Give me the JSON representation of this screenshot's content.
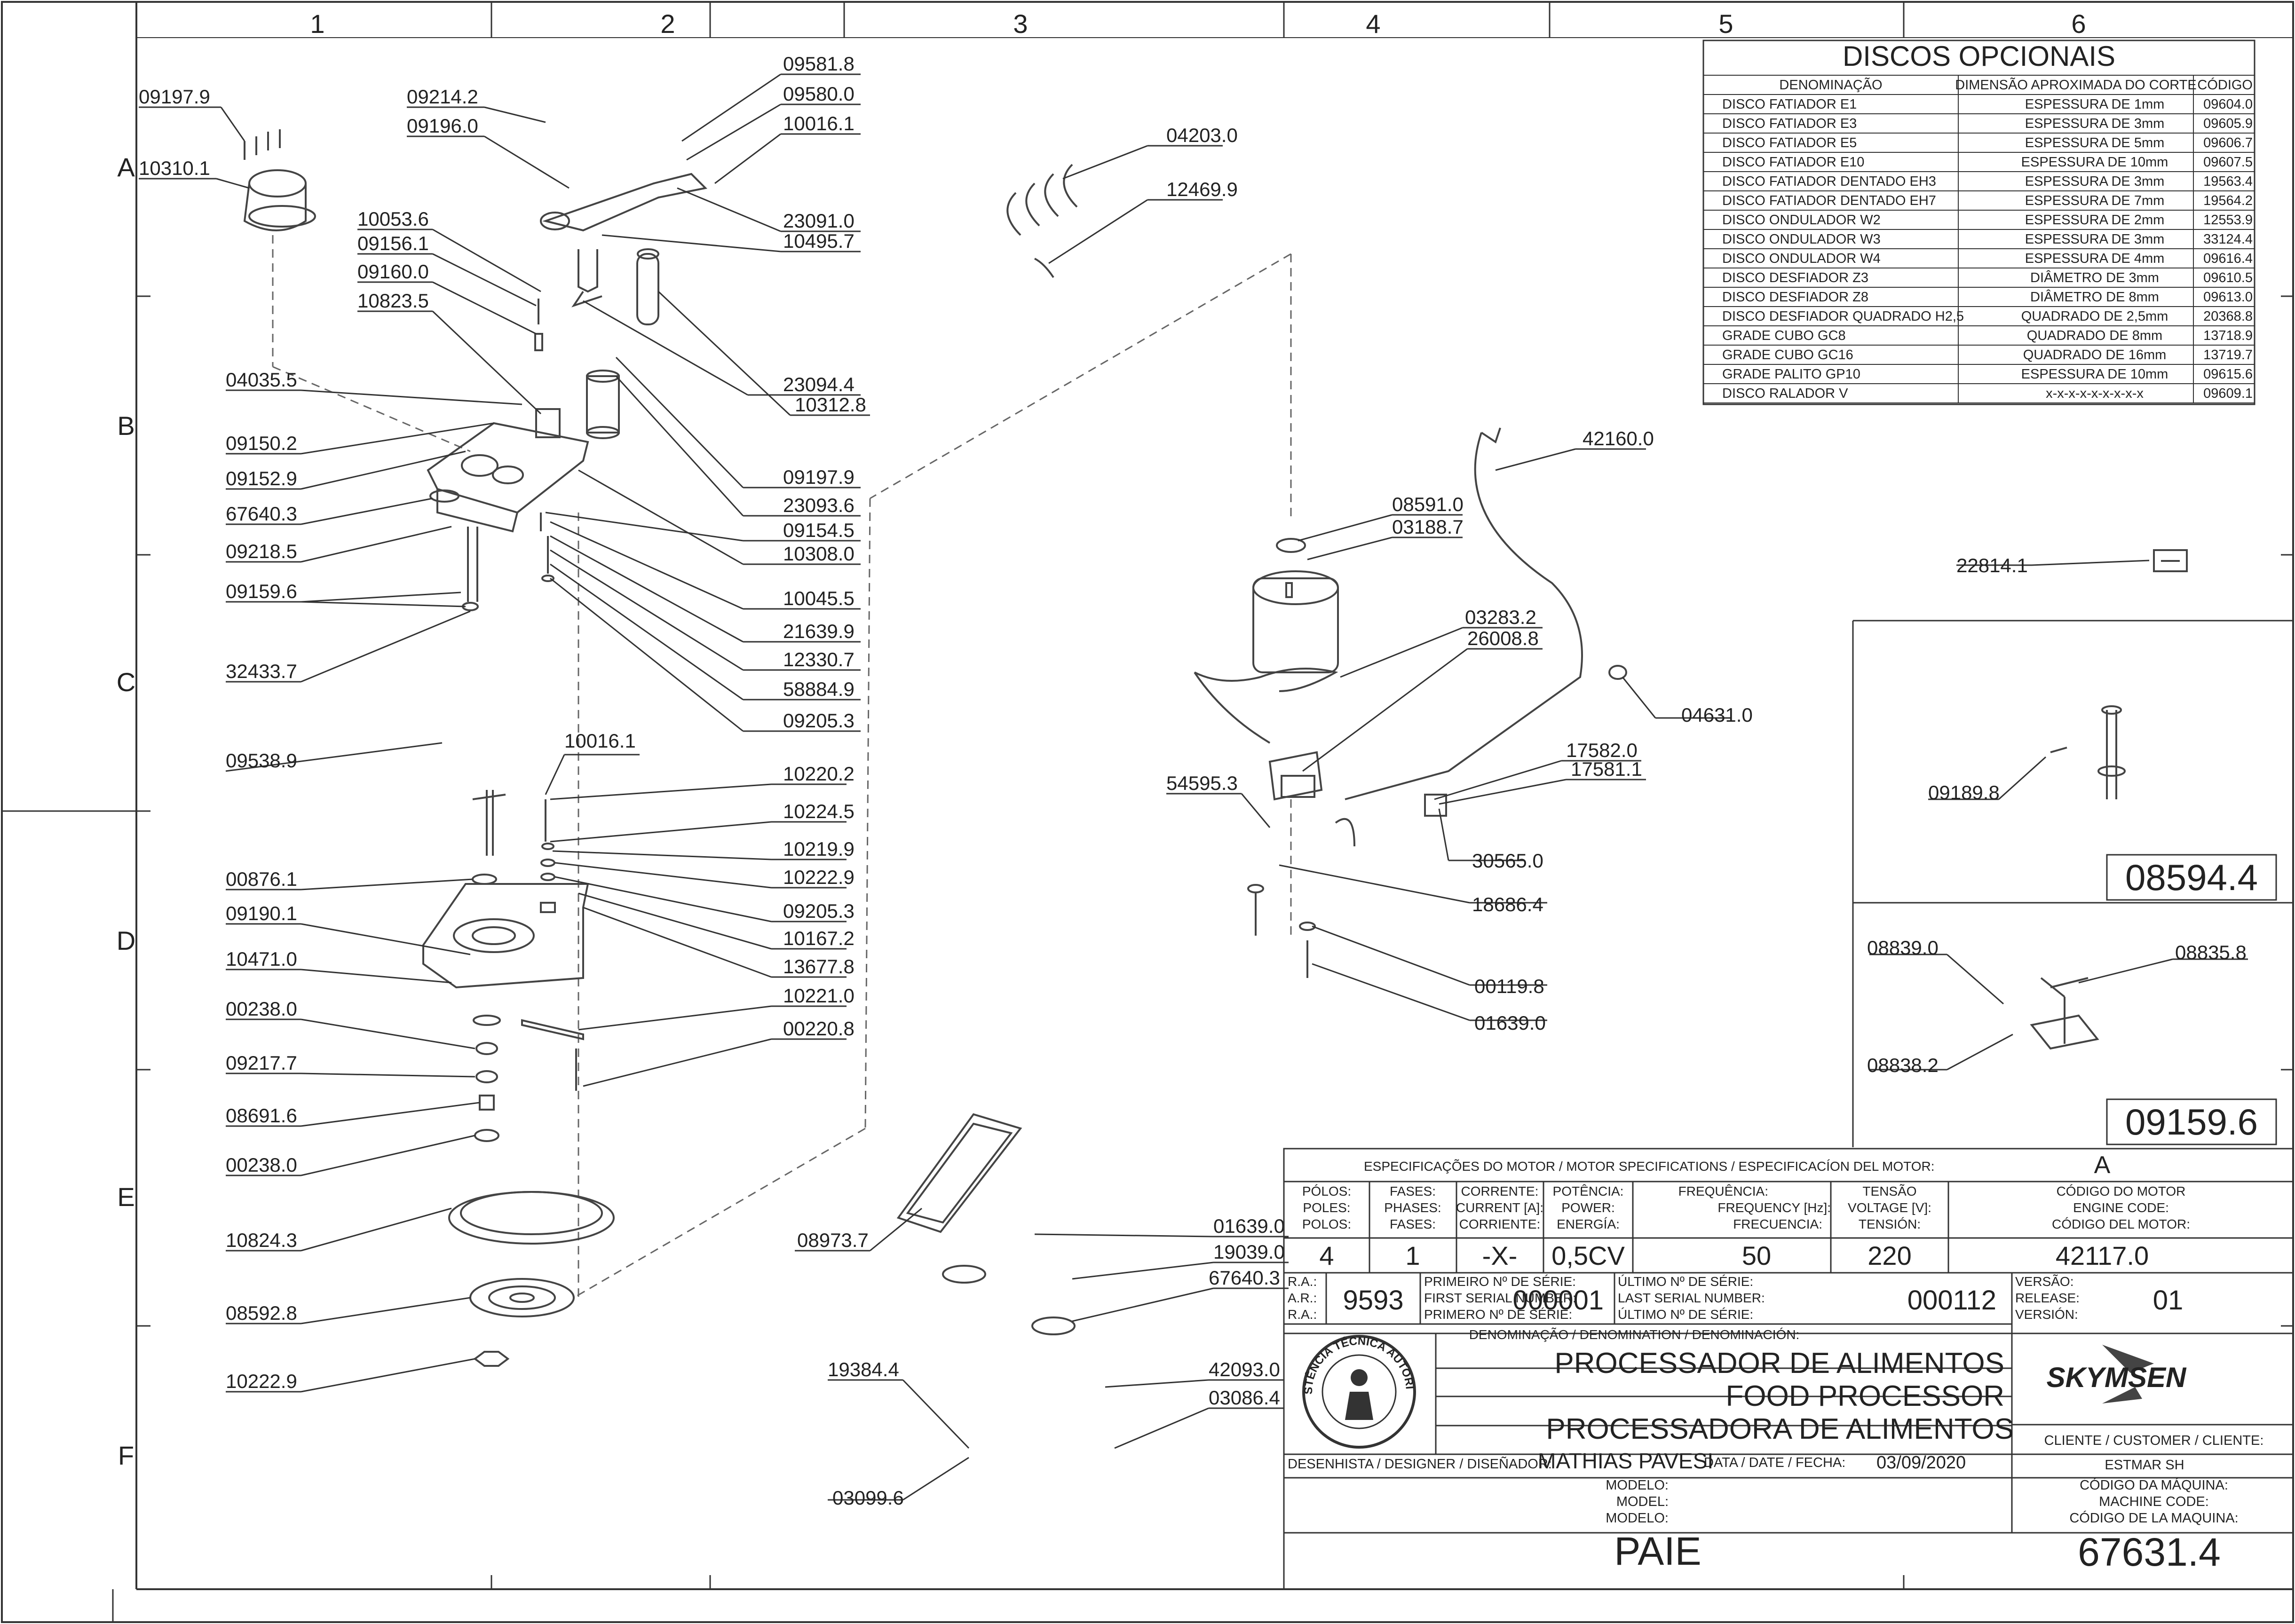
{
  "grid": {
    "columns": [
      "1",
      "2",
      "3",
      "4",
      "5",
      "6"
    ],
    "rows": [
      "A",
      "B",
      "C",
      "D",
      "E",
      "F"
    ]
  },
  "callouts": {
    "c1": "09197.9",
    "c2": "10310.1",
    "c3": "09214.2",
    "c4": "09196.0",
    "c5": "10053.6",
    "c6": "09156.1",
    "c7": "09160.0",
    "c8": "10823.5",
    "c9": "04035.5",
    "c10": "09150.2",
    "c11": "09152.9",
    "c12": "67640.3",
    "c13": "09218.5",
    "c14": "09159.6",
    "c15": "32433.7",
    "c16": "09581.8",
    "c17": "09580.0",
    "c18": "10016.1",
    "c19": "23091.0",
    "c20": "10495.7",
    "c21": "23094.4",
    "c22": "10312.8",
    "c23": "09197.9",
    "c24": "23093.6",
    "c25": "09154.5",
    "c26": "10308.0",
    "c27": "10045.5",
    "c28": "21639.9",
    "c29": "12330.7",
    "c30": "58884.9",
    "c31": "09205.3",
    "c32": "04203.0",
    "c33": "12469.9",
    "c34": "09538.9",
    "c35": "10016.1",
    "c36": "10220.2",
    "c37": "10224.5",
    "c38": "10219.9",
    "c39": "10222.9",
    "c40": "09205.3",
    "c41": "10167.2",
    "c42": "13677.8",
    "c43": "10221.0",
    "c44": "00220.8",
    "c45": "00876.1",
    "c46": "09190.1",
    "c47": "10471.0",
    "c48": "00238.0",
    "c49": "09217.7",
    "c50": "08691.6",
    "c51": "00238.0",
    "c52": "10824.3",
    "c53": "08592.8",
    "c54": "10222.9",
    "c55": "08973.7",
    "c56": "01639.0",
    "c57": "19039.0",
    "c58": "67640.3",
    "c59": "19384.4",
    "c60": "42093.0",
    "c61": "03086.4",
    "c62": "03099.6",
    "c63": "42160.0",
    "c64": "08591.0",
    "c65": "03188.7",
    "c66": "03283.2",
    "c67": "26008.8",
    "c68": "04631.0",
    "c69": "17582.0",
    "c70": "17581.1",
    "c71": "54595.3",
    "c72": "30565.0",
    "c73": "18686.4",
    "c74": "00119.8",
    "c75": "01639.0",
    "c76": "22814.1",
    "c77": "09189.8",
    "c78": "08839.0",
    "c79": "08835.8",
    "c80": "08838.2"
  },
  "detail_boxes": {
    "box1": "08594.4",
    "box2": "09159.6"
  },
  "disc_table": {
    "title": "DISCOS OPCIONAIS",
    "headers": [
      "DENOMINAÇÃO",
      "DIMENSÃO APROXIMADA DO CORTE",
      "CÓDIGO"
    ],
    "rows": [
      [
        "DISCO FATIADOR E1",
        "ESPESSURA DE 1mm",
        "09604.0"
      ],
      [
        "DISCO FATIADOR E3",
        "ESPESSURA DE 3mm",
        "09605.9"
      ],
      [
        "DISCO FATIADOR E5",
        "ESPESSURA DE 5mm",
        "09606.7"
      ],
      [
        "DISCO FATIADOR E10",
        "ESPESSURA DE 10mm",
        "09607.5"
      ],
      [
        "DISCO FATIADOR DENTADO EH3",
        "ESPESSURA DE 3mm",
        "19563.4"
      ],
      [
        "DISCO FATIADOR DENTADO EH7",
        "ESPESSURA DE 7mm",
        "19564.2"
      ],
      [
        "DISCO ONDULADOR W2",
        "ESPESSURA DE 2mm",
        "12553.9"
      ],
      [
        "DISCO ONDULADOR W3",
        "ESPESSURA DE 3mm",
        "33124.4"
      ],
      [
        "DISCO ONDULADOR W4",
        "ESPESSURA DE 4mm",
        "09616.4"
      ],
      [
        "DISCO DESFIADOR Z3",
        "DIÂMETRO DE 3mm",
        "09610.5"
      ],
      [
        "DISCO DESFIADOR Z8",
        "DIÂMETRO DE 8mm",
        "09613.0"
      ],
      [
        "DISCO DESFIADOR QUADRADO H2,5",
        "QUADRADO DE 2,5mm",
        "20368.8"
      ],
      [
        "GRADE CUBO GC8",
        "QUADRADO DE 8mm",
        "13718.9"
      ],
      [
        "GRADE CUBO GC16",
        "QUADRADO DE 16mm",
        "13719.7"
      ],
      [
        "GRADE PALITO GP10",
        "ESPESSURA DE 10mm",
        "09615.6"
      ],
      [
        "DISCO RALADOR V",
        "x-x-x-x-x-x-x-x-x",
        "09609.1"
      ]
    ]
  },
  "title_block": {
    "spec_title": "ESPECIFICAÇÕES DO MOTOR / MOTOR SPECIFICATIONS / ESPECIFICACÍON DEL MOTOR:",
    "spec_rev": "A",
    "h_poles": [
      "PÓLOS:",
      "POLES:",
      "POLOS:"
    ],
    "h_phases": [
      "FASES:",
      "PHASES:",
      "FASES:"
    ],
    "h_current": [
      "CORRENTE:",
      "CURRENT [A]:",
      "CORRIENTE:"
    ],
    "h_power": [
      "POTÊNCIA:",
      "POWER:",
      "ENERGÍA:"
    ],
    "h_freq": [
      "FREQUÊNCIA:",
      "FREQUENCY [Hz]:",
      "FRECUENCIA:"
    ],
    "h_volt": [
      "TENSÃO",
      "VOLTAGE [V]:",
      "TENSIÓN:"
    ],
    "h_code": [
      "CÓDIGO DO MOTOR",
      "ENGINE CODE:",
      "CÓDIGO DEL MOTOR:"
    ],
    "v_poles": "4",
    "v_phases": "1",
    "v_current": "-X-",
    "v_power": "0,5CV",
    "v_freq": "50",
    "v_volt": "220",
    "v_code": "42117.0",
    "ra_labels": [
      "R.A.:",
      "A.R.:",
      "R.A.:"
    ],
    "ra_value": "9593",
    "first_labels": [
      "PRIMEIRO Nº DE SÉRIE:",
      "FIRST SERIAL NUMBER:",
      "PRIMERO Nº DE SÉRIE:"
    ],
    "first_value": "000001",
    "last_labels": [
      "ÚLTIMO Nº DE SÉRIE:",
      "LAST SERIAL NUMBER:",
      "ÚLTIMO Nº DE SÉRIE:"
    ],
    "last_value": "000112",
    "version_labels": [
      "VERSÃO:",
      "RELEASE:",
      "VERSIÓN:"
    ],
    "version_value": "01",
    "denomination_label": "DENOMINAÇÃO / DENOMINATION / DENOMINACIÓN:",
    "names": [
      "PROCESSADOR DE ALIMENTOS",
      "FOOD PROCESSOR",
      "PROCESSADORA DE ALIMENTOS"
    ],
    "brand": "SKYMSEN",
    "seal_text": "ASSISTÊNCIA TÉCNICA AUTORIZADA",
    "designer_label": "DESENHISTA / DESIGNER / DISEÑADOR:",
    "designer": "MATHIAS PAVESI",
    "date_label": "DATA / DATE / FECHA:",
    "date": "03/09/2020",
    "client_label": "CLIENTE / CUSTOMER / CLIENTE:",
    "client": "ESTMAR SH",
    "model_labels": [
      "MODELO:",
      "MODEL:",
      "MODELO:"
    ],
    "machine_code_labels": [
      "CÓDIGO DA MÁQUINA:",
      "MACHINE CODE:",
      "CÓDIGO DE LA MAQUINA:"
    ],
    "model": "PAIE",
    "machine_code": "67631.4"
  }
}
